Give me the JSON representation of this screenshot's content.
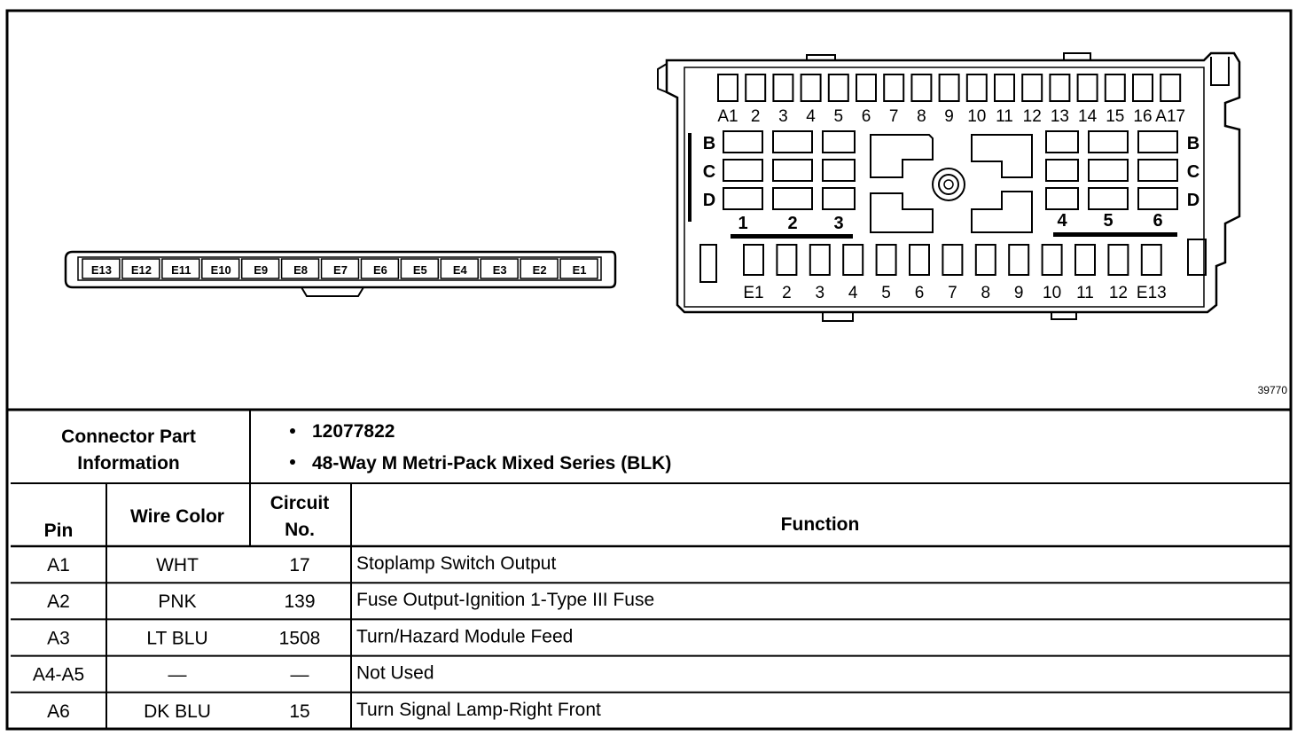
{
  "figure_id": "39770",
  "small_connector": {
    "pins": [
      "E13",
      "E12",
      "E11",
      "E10",
      "E9",
      "E8",
      "E7",
      "E6",
      "E5",
      "E4",
      "E3",
      "E2",
      "E1"
    ]
  },
  "large_connector": {
    "row_a_labels": [
      "A1",
      "2",
      "3",
      "4",
      "5",
      "6",
      "7",
      "8",
      "9",
      "10",
      "11",
      "12",
      "13",
      "14",
      "15",
      "16",
      "A17"
    ],
    "row_e_labels": [
      "E1",
      "2",
      "3",
      "4",
      "5",
      "6",
      "7",
      "8",
      "9",
      "10",
      "11",
      "12",
      "E13"
    ],
    "left_row_letters": [
      "B",
      "C",
      "D"
    ],
    "right_row_letters": [
      "B",
      "C",
      "D"
    ],
    "left_group_numbers": [
      "1",
      "2",
      "3"
    ],
    "right_group_numbers": [
      "4",
      "5",
      "6"
    ]
  },
  "connector_info": {
    "label_line1": "Connector Part",
    "label_line2": "Information",
    "part_number": "12077822",
    "description": "48-Way M Metri-Pack Mixed Series (BLK)"
  },
  "table": {
    "headers": {
      "pin": "Pin",
      "wire_color": "Wire Color",
      "circuit_line1": "Circuit",
      "circuit_line2": "No.",
      "function": "Function"
    },
    "rows": [
      {
        "pin": "A1",
        "wire_color": "WHT",
        "circuit": "17",
        "function": "Stoplamp Switch Output"
      },
      {
        "pin": "A2",
        "wire_color": "PNK",
        "circuit": "139",
        "function": "Fuse Output-Ignition 1-Type III Fuse"
      },
      {
        "pin": "A3",
        "wire_color": "LT BLU",
        "circuit": "1508",
        "function": "Turn/Hazard Module Feed"
      },
      {
        "pin": "A4-A5",
        "wire_color": "—",
        "circuit": "—",
        "function": "Not Used"
      },
      {
        "pin": "A6",
        "wire_color": "DK BLU",
        "circuit": "15",
        "function": "Turn Signal Lamp-Right Front"
      }
    ]
  }
}
